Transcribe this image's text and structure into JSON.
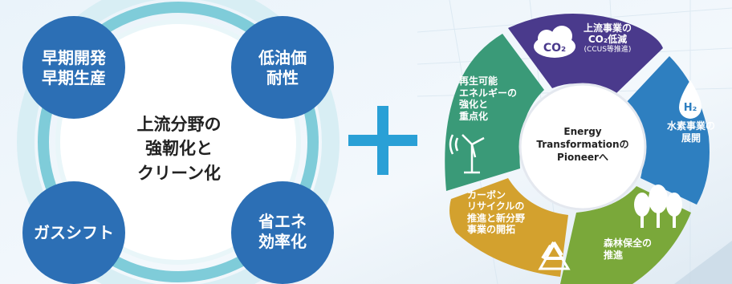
{
  "left": {
    "center": [
      "上流分野の",
      "強靭化と",
      "クリーン化"
    ],
    "circles": {
      "top_left": [
        "早期開発",
        "早期生産"
      ],
      "top_right": [
        "低油価",
        "耐性"
      ],
      "bottom_left": [
        "ガスシフト"
      ],
      "bottom_right": [
        "省エネ",
        "効率化"
      ]
    }
  },
  "plus_symbol": "+",
  "right": {
    "center": [
      "Energy",
      "Transformationの",
      "Pioneerへ"
    ],
    "segments": {
      "ccus": {
        "icon_text": "CO₂",
        "title": [
          "上流事業の",
          "CO₂低減"
        ],
        "note": "(CCUS等推進)",
        "color": "#4a3a8c"
      },
      "hydrogen": {
        "icon_text": "H₂",
        "label": [
          "水素事業の",
          "展開"
        ],
        "color": "#2e7fc0"
      },
      "forest": {
        "label": [
          "森林保全の",
          "推進"
        ],
        "color": "#7aa83a"
      },
      "carbon_recycle": {
        "label": [
          "カーボン",
          "リサイクルの",
          "推進と新分野",
          "事業の開拓"
        ],
        "color": "#d3a12e"
      },
      "renewable": {
        "label": [
          "再生可能",
          "エネルギーの",
          "強化と",
          "重点化"
        ],
        "color": "#3a9a78"
      }
    }
  }
}
